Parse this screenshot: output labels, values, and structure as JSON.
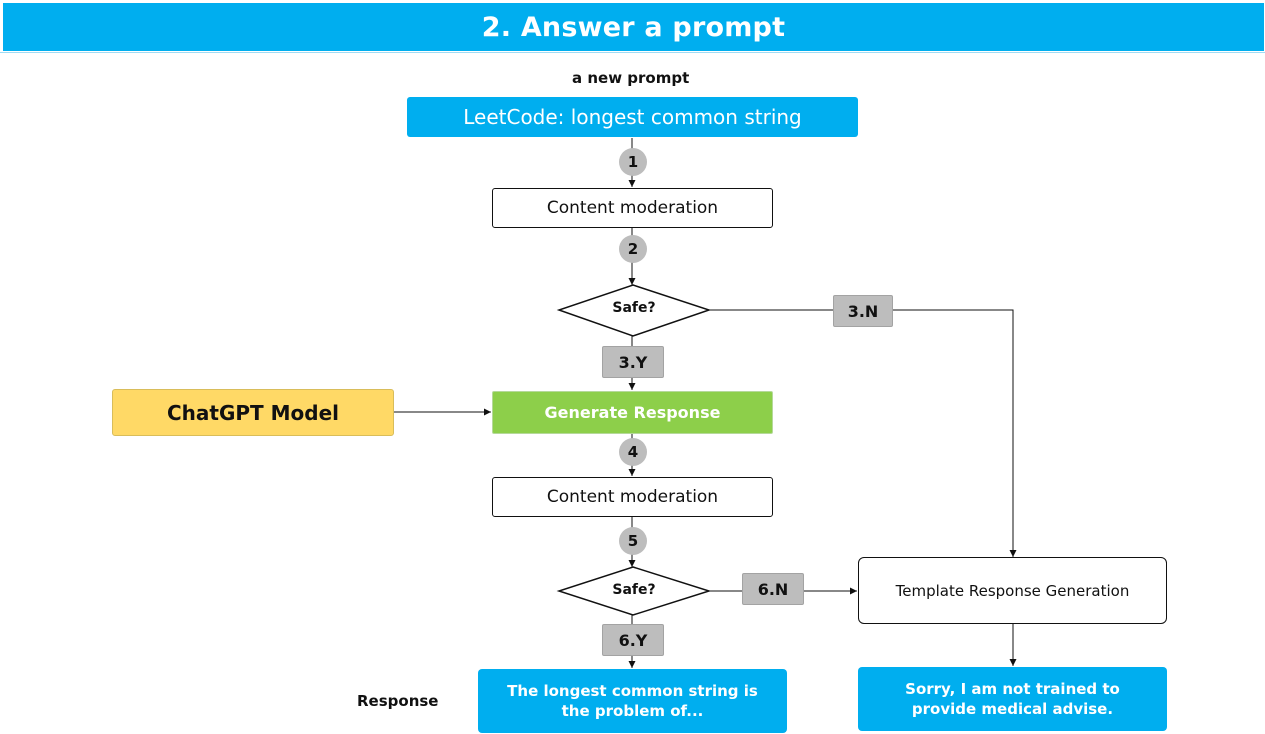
{
  "header": {
    "title": "2. Answer a prompt"
  },
  "input_label": "a new prompt",
  "prompt_text": "LeetCode: longest common string",
  "steps": {
    "s1": "1",
    "s2": "2",
    "s3n": "3.N",
    "s3y": "3.Y",
    "s4": "4",
    "s5": "5",
    "s6n": "6.N",
    "s6y": "6.Y"
  },
  "nodes": {
    "moderation_1": "Content moderation",
    "safe_1": "Safe?",
    "generate": "Generate Response",
    "model": "ChatGPT Model",
    "moderation_2": "Content moderation",
    "safe_2": "Safe?",
    "template": "Template Response Generation",
    "response_ok": "The longest common string is the problem of...",
    "response_refuse": "Sorry, I am not trained to provide medical advise."
  },
  "response_label": "Response",
  "colors": {
    "header": "#00AEEF",
    "prompt_box": "#00AEEF",
    "generate": "#8DCF4A",
    "model": "#FFD966",
    "step_badge": "#BDBDBD"
  }
}
